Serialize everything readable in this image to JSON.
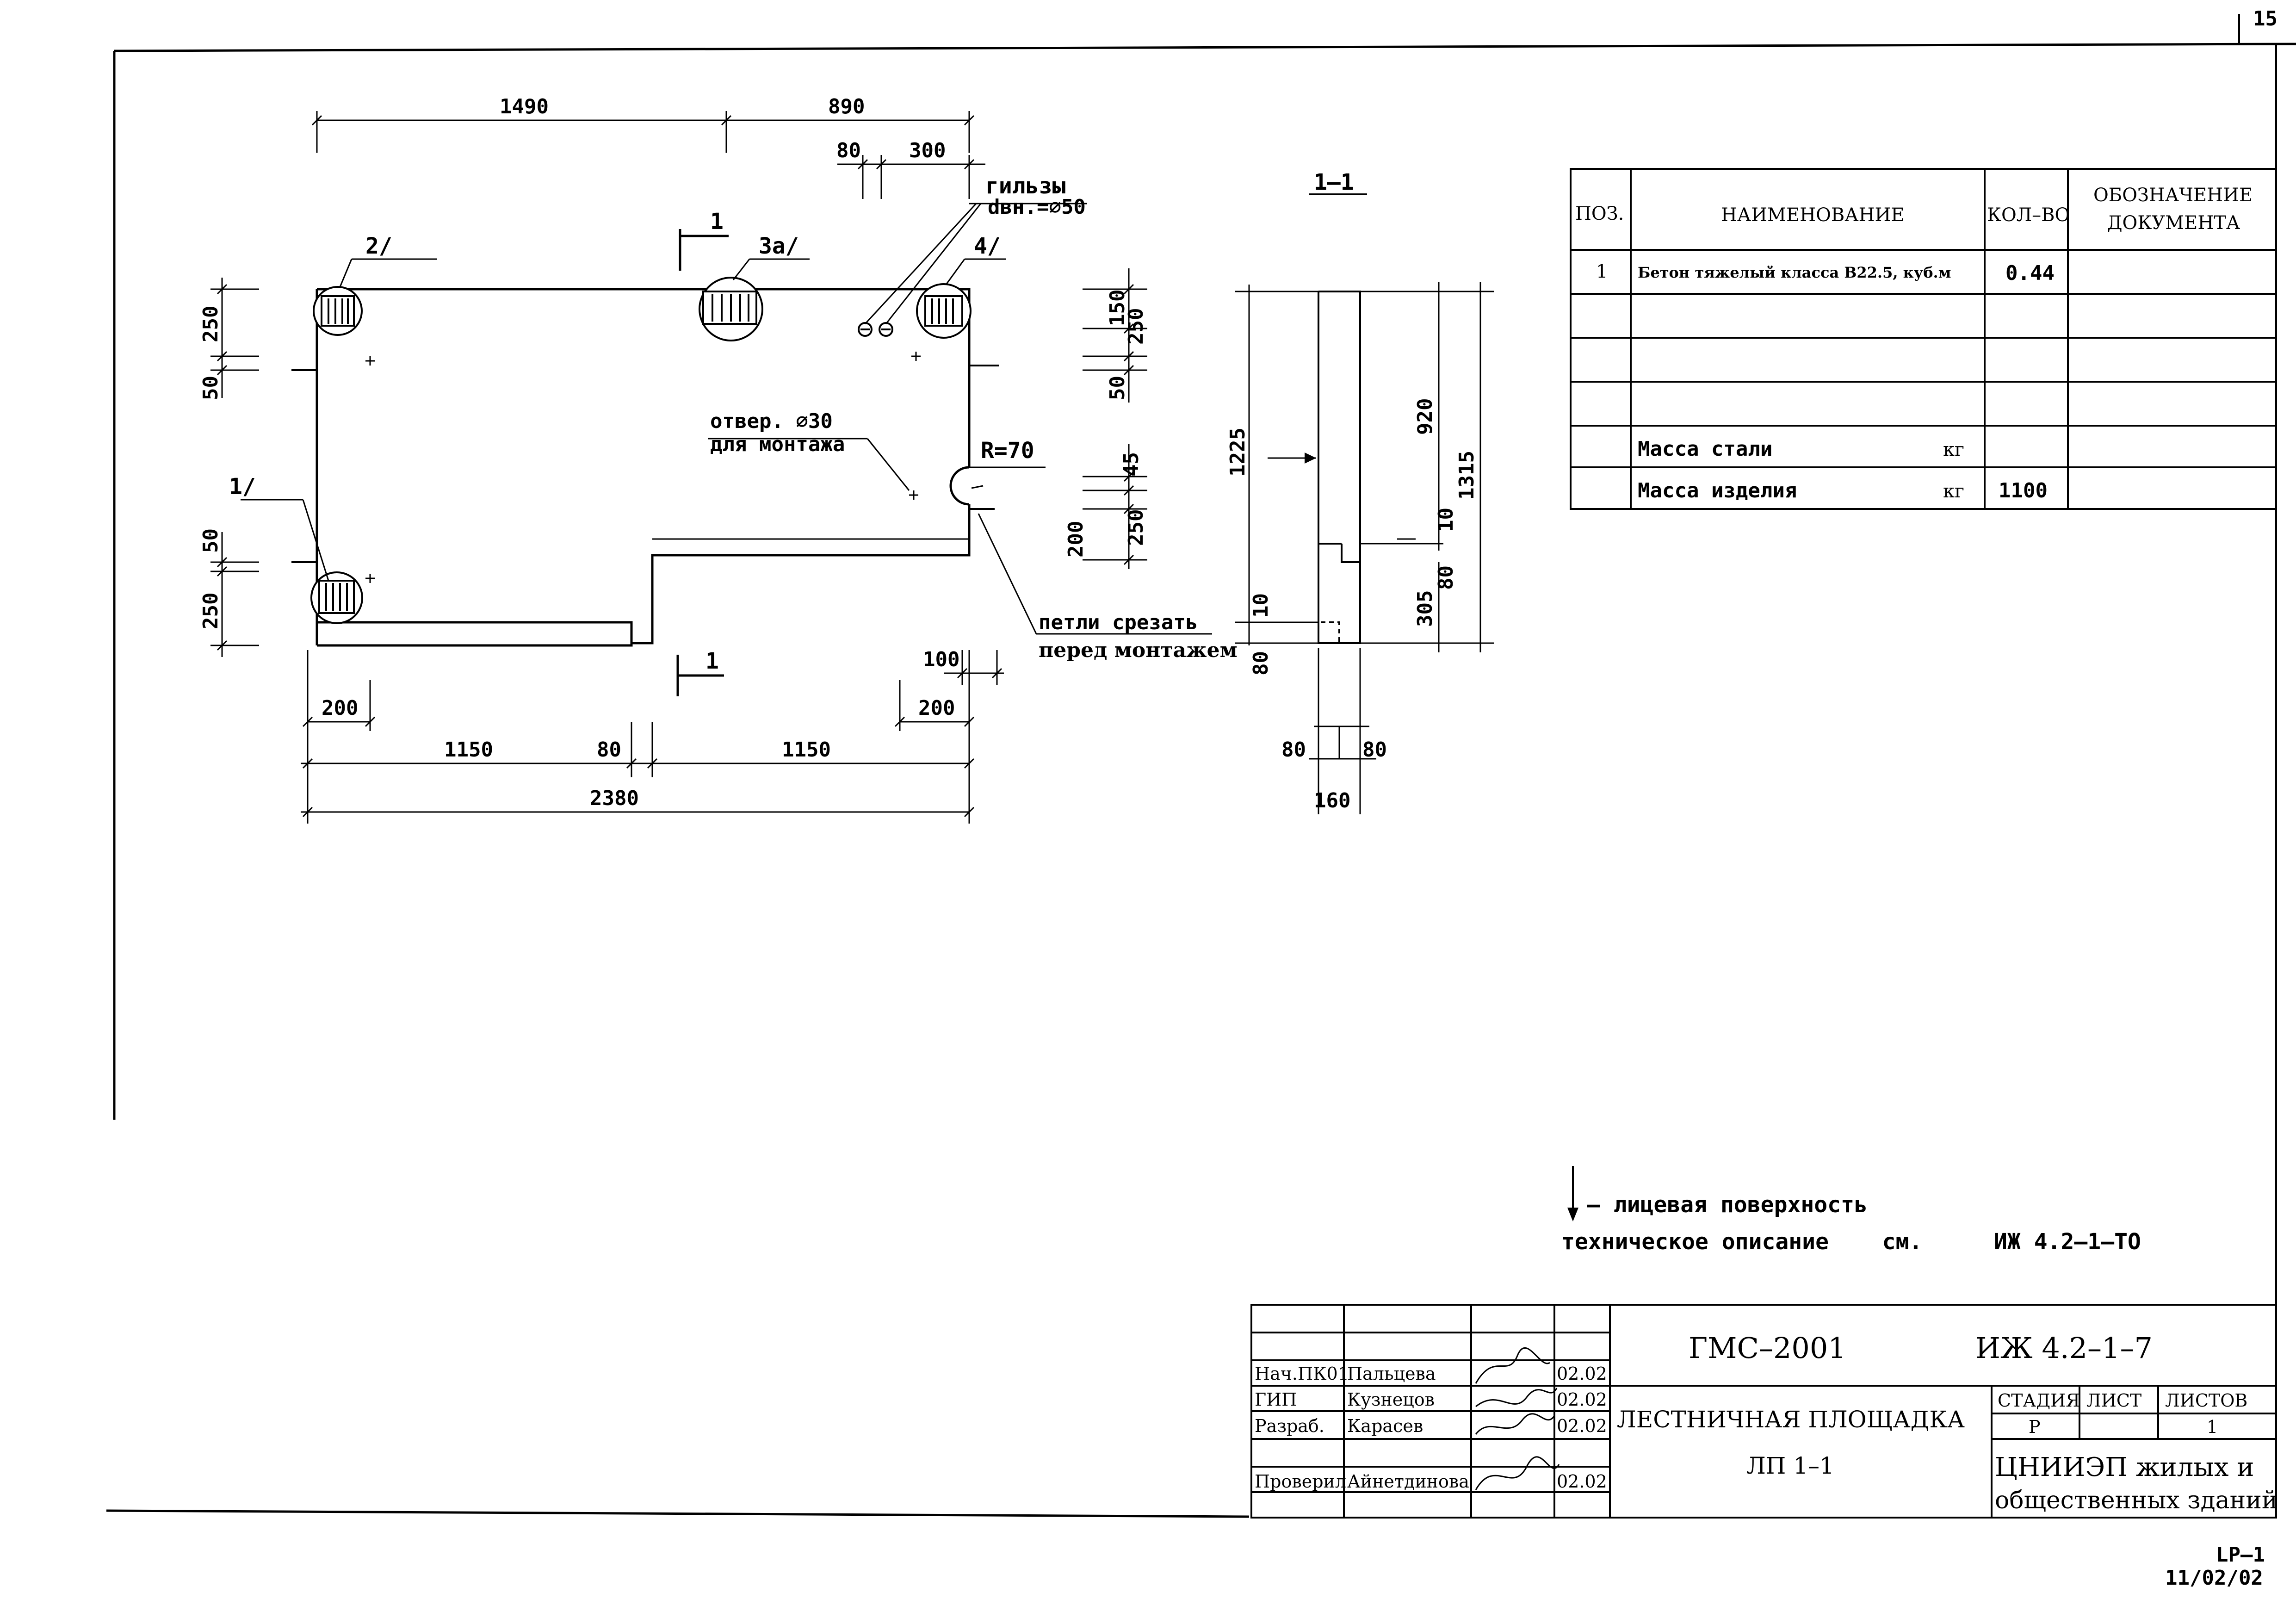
{
  "page_number": "15",
  "plan": {
    "dims_top": [
      "1490",
      "890",
      "80",
      "300"
    ],
    "dims_bottom": [
      "200",
      "1150",
      "80",
      "1150",
      "2380",
      "100",
      "200"
    ],
    "dims_left": [
      "250",
      "50",
      "50",
      "250"
    ],
    "dims_right": [
      "150",
      "250",
      "50",
      "45",
      "250",
      "200"
    ],
    "callouts": [
      "1/",
      "2/",
      "3а/",
      "4/"
    ],
    "section_marks": [
      "1",
      "1"
    ],
    "sleeves_label": "гильзы",
    "sleeves_dim": "dвн.=⌀50",
    "hole_label_1": "отвер. ⌀30",
    "hole_label_2": "для монтажа",
    "radius": "R=70",
    "loops_label_1": "петли срезать",
    "loops_label_2": "перед монтажем"
  },
  "section": {
    "title": "1–1",
    "dims": [
      "1225",
      "920",
      "1315",
      "10",
      "80",
      "305",
      "10",
      "80",
      "80",
      "80",
      "160"
    ]
  },
  "spec_table": {
    "headers": [
      "ПОЗ.",
      "НАИМЕНОВАНИЕ",
      "КОЛ–ВО",
      "ОБОЗНАЧЕНИЕ",
      "ДОКУМЕНТА"
    ],
    "row1": {
      "pos": "1",
      "name": "Бетон тяжелый класса B22.5, куб.м",
      "qty": "0.44"
    },
    "steel_label": "Масса стали",
    "steel_unit": "кг",
    "mass_label": "Масса изделия",
    "mass_unit": "кг",
    "mass_value": "1100"
  },
  "notes": {
    "face": "– лицевая поверхность",
    "tech": "техническое описание    см.",
    "tech_ref": "ИЖ 4.2–1–ТО"
  },
  "title_block": {
    "project": "ГМС–2001",
    "doc_code": "ИЖ 4.2–1–7",
    "name1": "ЛЕСТНИЧНАЯ ПЛОЩАДКА",
    "name2": "ЛП 1–1",
    "stage_h": "СТАДИЯ",
    "sheet_h": "ЛИСТ",
    "sheets_h": "ЛИСТОВ",
    "stage": "Р",
    "sheets": "1",
    "org1": "ЦНИИЭП жилых и",
    "org2": "общественных зданий",
    "staff": [
      {
        "role": "Нач.ПК01",
        "name": "Пальцева",
        "date": "02.02"
      },
      {
        "role": "ГИП",
        "name": "Кузнецов",
        "date": "02.02"
      },
      {
        "role": "Разраб.",
        "name": "Карасев",
        "date": "02.02"
      },
      {
        "role": "Проверил",
        "name": "Айнетдинова",
        "date": "02.02"
      }
    ]
  },
  "footer": {
    "code": "LP–1",
    "date": "11/02/02"
  }
}
